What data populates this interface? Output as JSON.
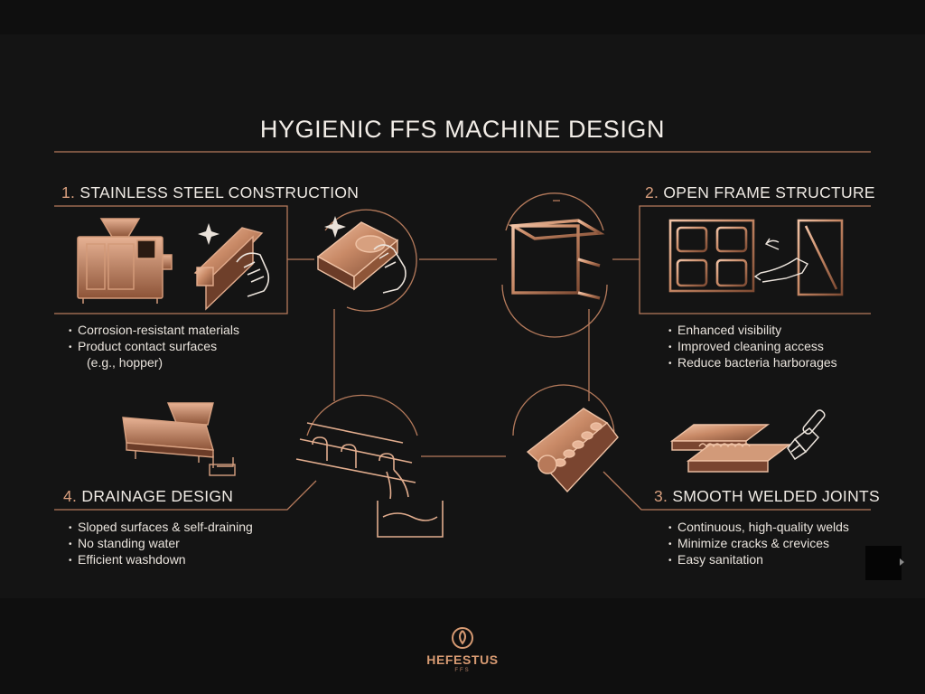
{
  "title": "HYGIENIC FFS MACHINE DESIGN",
  "sections": [
    {
      "number": "1.",
      "heading": "STAINLESS STEEL CONSTRUCTION",
      "bullets": [
        "Corrosion-resistant materials",
        "Product contact surfaces",
        "(e.g., hopper)"
      ]
    },
    {
      "number": "2.",
      "heading": "OPEN FRAME STRUCTURE",
      "bullets": [
        "Enhanced visibility",
        "Improved cleaning access",
        "Reduce bacteria harborages"
      ]
    },
    {
      "number": "3.",
      "heading": "SMOOTH WELDED JOINTS",
      "bullets": [
        "Continuous, high-quality welds",
        "Minimize cracks & crevices",
        "Easy sanitation"
      ]
    },
    {
      "number": "4.",
      "heading": "DRAINAGE DESIGN",
      "bullets": [
        "Sloped surfaces & self-draining",
        "No standing water",
        "Efficient washdown"
      ]
    }
  ],
  "logo": {
    "name": "HEFESTUS",
    "sub": "FFS"
  },
  "icons": {
    "ffs_machine": "ffs-machine-icon",
    "steel_beam": "steel-beam-icon",
    "wiping_steel": "wiping-hand-icon",
    "open_frame": "open-frame-icon",
    "frame_access": "frame-access-icon",
    "welded_joint": "welded-joint-icon",
    "paint_brush": "paint-brush-icon",
    "sloped_surface": "sloped-surface-icon",
    "drain_washdown": "drain-washdown-icon",
    "logo_mark": "hefestus-logo-icon",
    "sparkle": "sparkle-icon"
  },
  "colors": {
    "background": "#141414",
    "copper": "#c88a68",
    "copper_light": "#e6b296",
    "text": "#ece6df"
  }
}
